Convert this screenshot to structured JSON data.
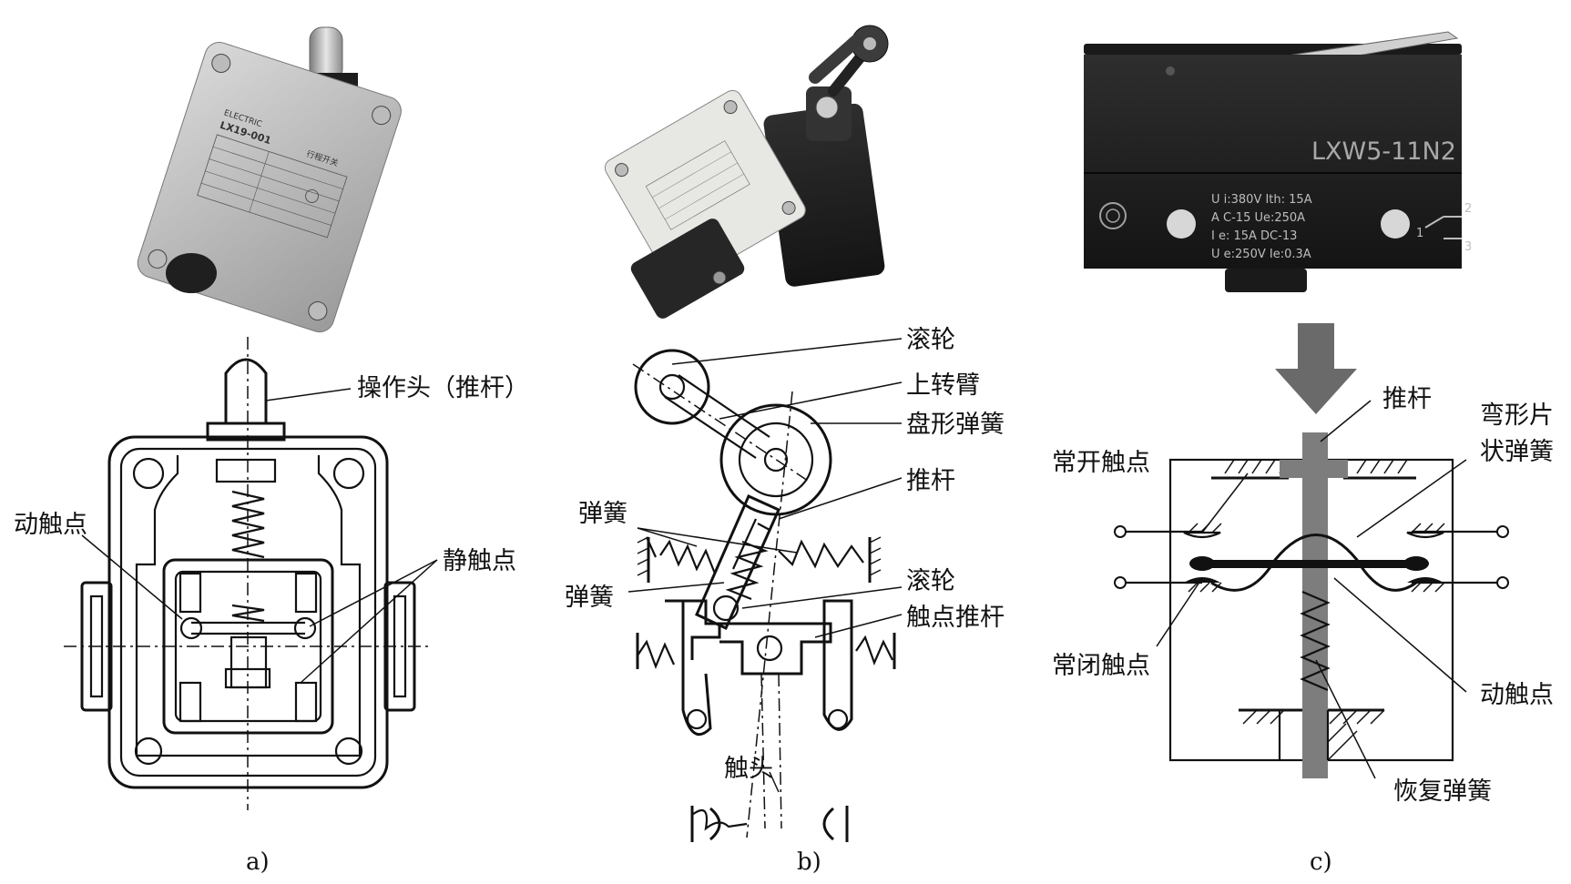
{
  "figure": {
    "captions": {
      "a": "a)",
      "b": "b)",
      "c": "c)"
    },
    "panel_a": {
      "photo_plate": {
        "brand": "ELECTRIC",
        "model": "LX19-001",
        "name": "行程开关"
      },
      "labels": {
        "actuator": "操作头（推杆）",
        "moving_contact": "动触点",
        "static_contact": "静触点"
      }
    },
    "panel_b": {
      "labels": {
        "roller_top": "滚轮",
        "upper_arm": "上转臂",
        "disc_spring": "盘形弹簧",
        "push_rod": "推杆",
        "springs": "弹簧",
        "spring": "弹簧",
        "roller_mid": "滚轮",
        "contact_push_rod": "触点推杆",
        "contact_head": "触头"
      }
    },
    "panel_c": {
      "photo_plate": {
        "model": "LXW5-11N2",
        "line1": "U i:380V  Ith: 15A",
        "line2": "A C-15    Ue:250A",
        "line3": "I e: 15A  DC-13",
        "line4": "U e:250V  Ie:0.3A",
        "term2": "2",
        "term1": "1",
        "term3": "3"
      },
      "labels": {
        "push_rod": "推杆",
        "bent_spring_1": "弯形片",
        "bent_spring_2": "状弹簧",
        "normally_open": "常开触点",
        "normally_closed": "常闭触点",
        "moving_contact": "动触点",
        "return_spring": "恢复弹簧"
      }
    }
  }
}
